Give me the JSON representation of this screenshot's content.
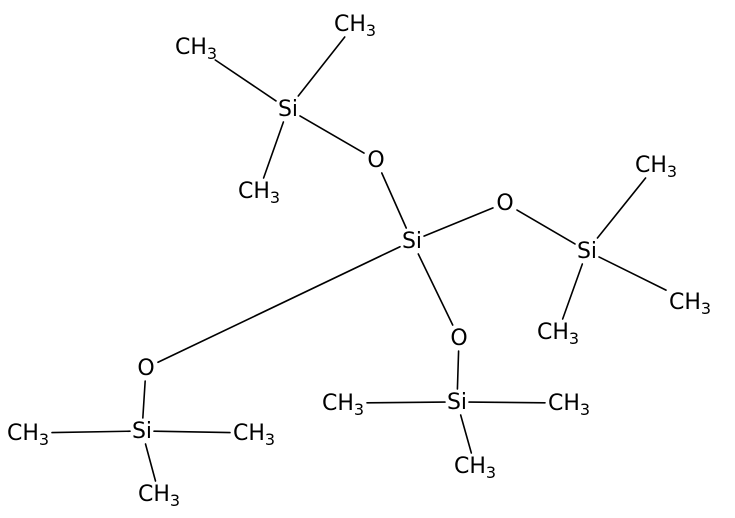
{
  "molecule": {
    "atoms": [
      {
        "id": "si_center",
        "label": "Si",
        "sub": ""
      },
      {
        "id": "o_top",
        "label": "O",
        "sub": ""
      },
      {
        "id": "o_right",
        "label": "O",
        "sub": ""
      },
      {
        "id": "o_bottom",
        "label": "O",
        "sub": ""
      },
      {
        "id": "o_left",
        "label": "O",
        "sub": ""
      },
      {
        "id": "si_top",
        "label": "Si",
        "sub": ""
      },
      {
        "id": "si_right",
        "label": "Si",
        "sub": ""
      },
      {
        "id": "si_bottom",
        "label": "Si",
        "sub": ""
      },
      {
        "id": "si_left",
        "label": "Si",
        "sub": ""
      },
      {
        "id": "ch3_top_a",
        "label": "CH",
        "sub": "3"
      },
      {
        "id": "ch3_top_b",
        "label": "CH",
        "sub": "3"
      },
      {
        "id": "ch3_top_c",
        "label": "CH",
        "sub": "3"
      },
      {
        "id": "ch3_right_a",
        "label": "CH",
        "sub": "3"
      },
      {
        "id": "ch3_right_b",
        "label": "CH",
        "sub": "3"
      },
      {
        "id": "ch3_right_c",
        "label": "CH",
        "sub": "3"
      },
      {
        "id": "ch3_bottom_a",
        "label": "CH",
        "sub": "3"
      },
      {
        "id": "ch3_bottom_b",
        "label": "CH",
        "sub": "3"
      },
      {
        "id": "ch3_bottom_c",
        "label": "CH",
        "sub": "3"
      },
      {
        "id": "ch3_left_a",
        "label": "CH",
        "sub": "3"
      },
      {
        "id": "ch3_left_b",
        "label": "CH",
        "sub": "3"
      },
      {
        "id": "ch3_left_c",
        "label": "CH",
        "sub": "3"
      }
    ],
    "bonds": [
      [
        "si_center",
        "o_top"
      ],
      [
        "si_center",
        "o_right"
      ],
      [
        "si_center",
        "o_bottom"
      ],
      [
        "si_center",
        "o_left"
      ],
      [
        "o_top",
        "si_top"
      ],
      [
        "si_top",
        "ch3_top_a"
      ],
      [
        "si_top",
        "ch3_top_b"
      ],
      [
        "si_top",
        "ch3_top_c"
      ],
      [
        "o_right",
        "si_right"
      ],
      [
        "si_right",
        "ch3_right_a"
      ],
      [
        "si_right",
        "ch3_right_b"
      ],
      [
        "si_right",
        "ch3_right_c"
      ],
      [
        "o_bottom",
        "si_bottom"
      ],
      [
        "si_bottom",
        "ch3_bottom_a"
      ],
      [
        "si_bottom",
        "ch3_bottom_b"
      ],
      [
        "si_bottom",
        "ch3_bottom_c"
      ],
      [
        "o_left",
        "si_left"
      ],
      [
        "si_left",
        "ch3_left_a"
      ],
      [
        "si_left",
        "ch3_left_b"
      ],
      [
        "si_left",
        "ch3_left_c"
      ]
    ]
  }
}
